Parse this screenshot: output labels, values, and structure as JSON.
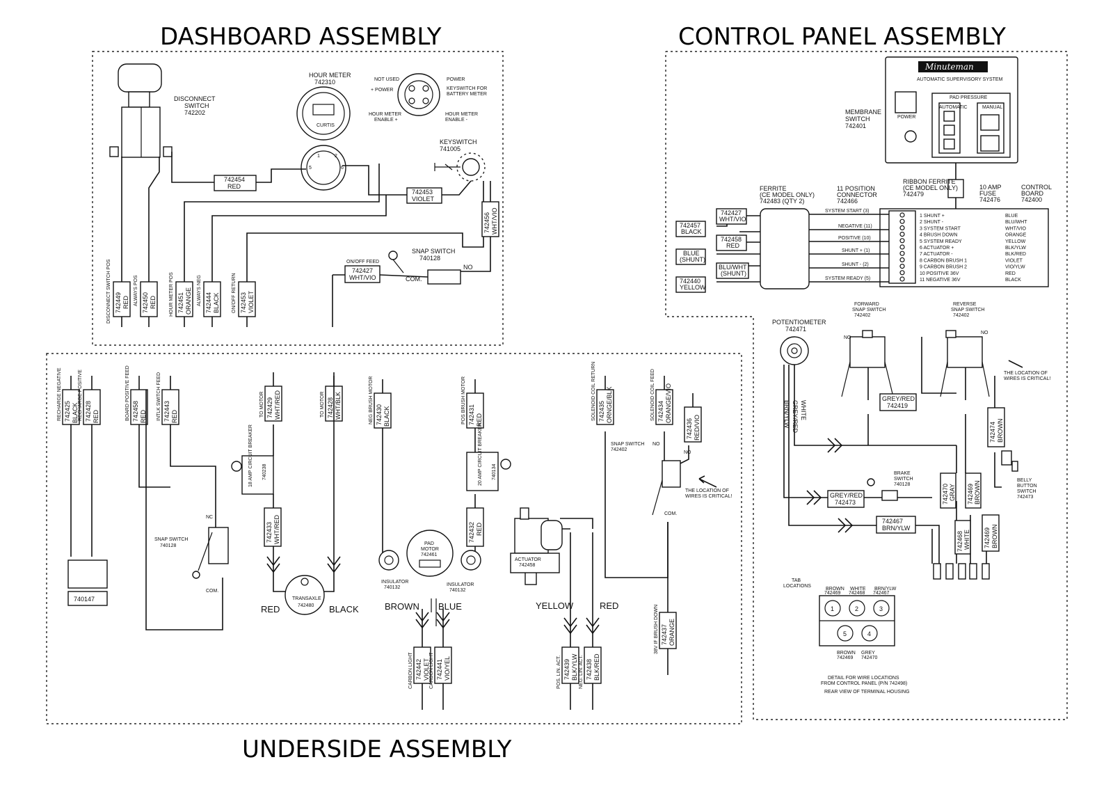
{
  "titles": {
    "dashboard": "DASHBOARD ASSEMBLY",
    "control_panel": "CONTROL PANEL ASSEMBLY",
    "underside": "UNDERSIDE ASSEMBLY"
  },
  "dashboard": {
    "disconnect_switch": "DISCONNECT",
    "disconnect_switch_2": "SWITCH",
    "disconnect_part": "742202",
    "hour_meter": "HOUR METER",
    "hour_meter_part": "742310",
    "hour_meter_brand": "CURTIS",
    "keyswitch": "KEYSWITCH",
    "keyswitch_part": "741005",
    "not_used": "NOT USED",
    "plus_power": "+ POWER",
    "power": "POWER",
    "keyswitch_battery_1": "KEYSWITCH FOR",
    "keyswitch_battery_2": "BATTERY METER",
    "hm_enable_plus_1": "HOUR METER",
    "hm_enable_plus_2": "ENABLE +",
    "hm_enable_minus_1": "HOUR METER",
    "hm_enable_minus_2": "ENABLE -",
    "wire_742454_part": "742454",
    "wire_742454_color": "RED",
    "wire_742453_part": "742453",
    "wire_742453_color": "VIOLET",
    "wire_742456_part": "742456",
    "wire_742456_color": "WHT/VIO",
    "snap_switch": "SNAP SWITCH",
    "snap_switch_part": "740128",
    "no": "NO",
    "com": "COM.",
    "on_off_feed": "ON/OFF FEED",
    "wire_742427_part": "742427",
    "wire_742427_color": "WHT/VIO",
    "bottom_wires": [
      {
        "label": "DISCONNECT SWITCH POS",
        "part": "742449",
        "color": "RED"
      },
      {
        "label": "ALWAYS POS",
        "part": "742450",
        "color": "RED"
      },
      {
        "label": "HOUR METER POS",
        "part": "742451",
        "color": "ORANGE"
      },
      {
        "label": "ALWAYS NEG",
        "part": "742444",
        "color": "BLACK"
      },
      {
        "label": "ON/OFF RETURN",
        "part": "742453",
        "color": "VIOLET"
      }
    ]
  },
  "control_panel": {
    "brand": "Minuteman",
    "brand_sub": "AUTOMATIC SUPERVISORY SYSTEM",
    "pad_pressure": "PAD PRESSURE",
    "automatic": "AUTOMATIC",
    "manual": "MANUAL",
    "power_label": "POWER",
    "membrane_1": "MEMBRANE",
    "membrane_2": "SWITCH",
    "membrane_part": "742401",
    "ferrite_1": "FERRITE",
    "ferrite_2": "(CE MODEL ONLY)",
    "ferrite_3": "742483 (QTY 2)",
    "connector_1": "11 POSITION",
    "connector_2": "CONNECTOR",
    "connector_part": "742466",
    "ribbon_1": "RIBBON FERRITE",
    "ribbon_2": "(CE MODEL ONLY)",
    "ribbon_part": "742479",
    "fuse_1": "10 AMP",
    "fuse_2": "FUSE",
    "fuse_part": "742476",
    "board_1": "CONTROL",
    "board_2": "BOARD",
    "board_part": "742400",
    "left_wires": [
      {
        "part": "742427",
        "color": "WHT/VIO"
      },
      {
        "part": "742457",
        "color": "BLACK"
      },
      {
        "part": "742458",
        "color": "RED"
      },
      {
        "part": "BLUE",
        "color": "(SHUNT)"
      },
      {
        "part": "BLU/WHT",
        "color": "(SHUNT)"
      },
      {
        "part": "742440",
        "color": "YELLOW"
      }
    ],
    "signal_labels": [
      "SYSTEM START (3)",
      "NEGATIVE (11)",
      "POSITIVE (10)",
      "SHUNT + (1)",
      "SHUNT - (2)",
      "SYSTEM READY (5)"
    ],
    "pins": [
      {
        "name": "1 SHUNT +",
        "color": "BLUE"
      },
      {
        "name": "2 SHUNT -",
        "color": "BLU/WHT"
      },
      {
        "name": "3 SYSTEM START",
        "color": "WHT/VIO"
      },
      {
        "name": "4 BRUSH DOWN",
        "color": "ORANGE"
      },
      {
        "name": "5 SYSTEM READY",
        "color": "YELLOW"
      },
      {
        "name": "6 ACTUATOR +",
        "color": "BLK/YLW"
      },
      {
        "name": "7 ACTUATOR -",
        "color": "BLK/RED"
      },
      {
        "name": "8 CARBON BRUSH 1",
        "color": "VIOLET"
      },
      {
        "name": "9 CARBON BRUSH 2",
        "color": "VIO/YLW"
      },
      {
        "name": "10 POSITIVE 36V",
        "color": "RED"
      },
      {
        "name": "11 NEGATIVE 36V",
        "color": "BLACK"
      }
    ],
    "potentiometer": "POTENTIOMETER",
    "potentiometer_part": "742471",
    "forward_1": "FORWARD",
    "forward_2": "SNAP SWITCH",
    "forward_part": "742402",
    "reverse_1": "REVERSE",
    "reverse_2": "SNAP SWITCH",
    "reverse_part": "742402",
    "location_note_1": "THE LOCATION OF",
    "location_note_2": "WIRES IS CRITICAL!",
    "grey_red_1": "GREY/RED",
    "grey_red_1_part": "742419",
    "grey_red_2": "GREY/RED",
    "grey_red_2_part": "742473",
    "brake_1": "BRAKE",
    "brake_2": "SWITCH",
    "brake_part": "740128",
    "belly_1": "BELLY",
    "belly_2": "BUTTON",
    "belly_3": "SWITCH",
    "belly_part": "742473",
    "wire_white": "WHITE",
    "wire_grey_red": "GREY/RED",
    "wire_brn_ylw": "BRN/YLW",
    "w742474": "742474",
    "w742474c": "BROWN",
    "w742470": "742470",
    "w742470c": "GRAY",
    "w742469": "742469",
    "w742469c": "BROWN",
    "w742468": "742468",
    "w742468c": "WHITE",
    "w742469b": "742469",
    "w742469bc": "BROWN",
    "w742467": "742467",
    "w742467c": "BRN/YLW",
    "tab_locations_1": "TAB",
    "tab_locations_2": "LOCATIONS",
    "tabs_top": [
      {
        "color": "BROWN",
        "part": "742469",
        "num": "1"
      },
      {
        "color": "WHITE",
        "part": "742468",
        "num": "2"
      },
      {
        "color": "BRN/YLW",
        "part": "742467",
        "num": "3"
      }
    ],
    "tabs_bottom": [
      {
        "color": "BROWN",
        "part": "742469",
        "num": "5"
      },
      {
        "color": "GREY",
        "part": "742470",
        "num": "4"
      }
    ],
    "detail_1": "DETAIL FOR WIRE LOCATIONS",
    "detail_2": "FROM CONTROL PANEL (P/N 742498)",
    "detail_3": "REAR VIEW OF TERMINAL HOUSING"
  },
  "underside": {
    "top_wires": [
      {
        "label": "RECHARGE NEGATIVE",
        "part": "742425",
        "color": "BLACK"
      },
      {
        "label": "RECHARGE POSITIVE",
        "part": "742428",
        "color": "RED"
      },
      {
        "label": "BOARD POSITIVE FEED",
        "part": "742458",
        "color": "RED"
      },
      {
        "label": "INTLK SWITCH FEED",
        "part": "742443",
        "color": "RED"
      },
      {
        "label": "TO MOTOR",
        "part": "742429",
        "color": "WHT/RED"
      },
      {
        "label": "TO MOTOR",
        "part": "742428",
        "color": "WHT/BLK"
      },
      {
        "label": "NEG BRUSH MOTOR",
        "part": "742430",
        "color": "BLACK"
      },
      {
        "label": "POS BRUSH MOTOR",
        "part": "742431",
        "color": "RED"
      },
      {
        "label": "SOLENOID COIL RETURN",
        "part": "742435",
        "color": "ORNGE/BLK"
      },
      {
        "label": "SOLENOID COIL FEED",
        "part": "742434",
        "color": "ORANGE/VIO"
      },
      {
        "label": "",
        "part": "742436",
        "color": "RED/VIO"
      }
    ],
    "charger_part": "740147",
    "snap_switch": "SNAP SWITCH",
    "snap_switch_part": "740128",
    "nc": "NC",
    "com": "COM.",
    "breaker_1": "18 AMP CIRCUIT BREAKER",
    "breaker_1_part": "740238",
    "breaker_2": "20 AMP CIRCUIT BREAKER",
    "breaker_2_part": "740134",
    "wire_742433": "742433",
    "wire_742433c": "WHT/RED",
    "wire_742432": "742432",
    "wire_742432c": "RED",
    "transaxle": "TRANSAXLE",
    "transaxle_part": "742480",
    "red": "RED",
    "black": "BLACK",
    "pad_motor_1": "PAD",
    "pad_motor_2": "MOTOR",
    "pad_motor_part": "742461",
    "insulator": "INSULATOR",
    "insulator_part": "740132",
    "brown": "BROWN",
    "blue": "BLUE",
    "actuator": "ACTUATOR",
    "actuator_part": "742458",
    "yellow": "YELLOW",
    "red2": "RED",
    "snap_switch_2": "SNAP SWITCH",
    "snap_switch_2_part": "742402",
    "no": "NO",
    "location_note_1": "THE LOCATION OF",
    "location_note_2": "WIRES IS CRITICAL!",
    "bottom_wires": [
      {
        "label": "CARBON LIGHT",
        "part": "742442",
        "color": "VIOLET"
      },
      {
        "label": "CARBON LIGHT",
        "part": "742441",
        "color": "VIO/YEL"
      },
      {
        "label": "POS. LIN. ACT.",
        "part": "742439",
        "color": "BLK/YLW"
      },
      {
        "label": "NEG. LIN. ACT.",
        "part": "742438",
        "color": "BLK/RED"
      },
      {
        "label": "38V IF BRUSH DOWN",
        "part": "742437",
        "color": "ORANGE"
      }
    ]
  }
}
